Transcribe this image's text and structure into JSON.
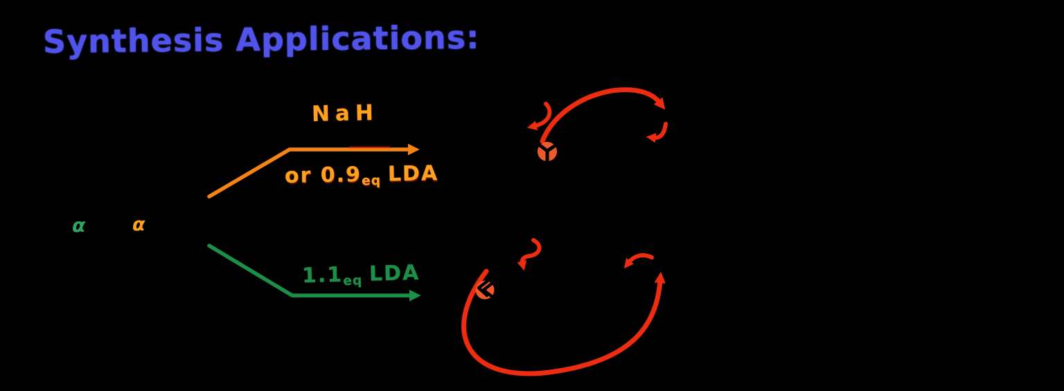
{
  "colors": {
    "background": "#000000",
    "title-blue": "#5154ea",
    "orange": "#ffa01e",
    "orange-deep": "#f68414",
    "green": "#1c9048",
    "green-bright": "#2fa763",
    "red": "#ee2c10",
    "blob-orange": "#f15b2b"
  },
  "title": {
    "text": "Synthesis Applications:"
  },
  "starting_material": {
    "alpha_left": "α",
    "alpha_right": "α"
  },
  "pathway_top": {
    "reagent_above": "NaH",
    "reagent_below_amount": "or 0.9",
    "reagent_below_unit": "eq",
    "reagent_below_name": "LDA"
  },
  "pathway_bottom": {
    "reagent_amount": "1.1",
    "reagent_unit": "eq",
    "reagent_name": "LDA"
  },
  "mechanism_top": {
    "icons": [
      "curved-mechanism-arrow-large",
      "curved-mechanism-arrow-small-left",
      "curved-mechanism-arrow-small-right",
      "atom-highlight-dot"
    ]
  },
  "mechanism_bottom": {
    "icons": [
      "curved-mechanism-arrow-large",
      "curved-mechanism-arrow-squiggle",
      "curved-mechanism-arrow-small-right",
      "atom-highlight-dot"
    ]
  }
}
